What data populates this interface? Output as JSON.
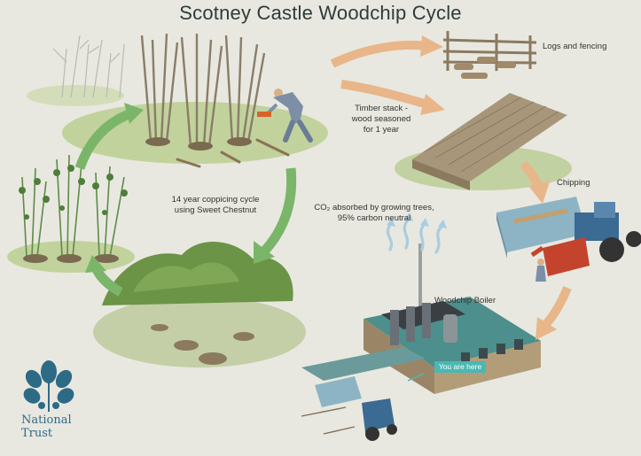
{
  "title": "Scotney Castle Woodchip Cycle",
  "labels": {
    "logs_fencing": "Logs and fencing",
    "timber_stack": [
      "Timber stack -",
      "wood seasoned",
      "for 1 year"
    ],
    "chipping": "Chipping",
    "coppicing": [
      "14 year coppicing cycle",
      "using Sweet Chestnut"
    ],
    "co2": [
      "CO₂ absorbed by growing trees,",
      "95% carbon neutral"
    ],
    "boiler": "Woodchip Boiler",
    "you_are_here": "You are here"
  },
  "logo": {
    "line1": "National",
    "line2": "Trust",
    "icon": "oak-leaf-icon"
  },
  "colors": {
    "background": "#e8e8e0",
    "green_arrow": "#7ab56a",
    "orange_arrow": "#e8b688",
    "teal": "#4cb7b3",
    "nt_blue": "#2d6a86"
  }
}
